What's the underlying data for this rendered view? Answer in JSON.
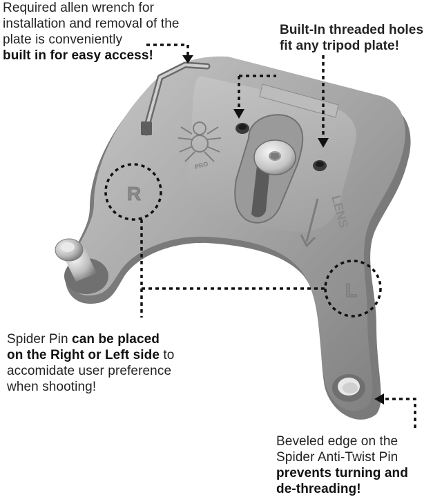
{
  "callouts": {
    "wrench": {
      "line1": "Required allen wrench for",
      "line2": "installation and removal of the",
      "line3": "plate is conveniently",
      "line4_bold": "built in for easy access!"
    },
    "holes": {
      "line1": "Built-In threaded holes",
      "line2": "fit any tripod plate!"
    },
    "pin": {
      "line1_plain": "Spider Pin ",
      "line1_bold": "can be placed",
      "line2_bold": "on the Right or Left side",
      "line2_plain": " to",
      "line3": "accomidate user preference",
      "line4": "when shooting!"
    },
    "bevel": {
      "line1": "Beveled edge on the",
      "line2": "Spider Anti-Twist Pin",
      "line3_bold": "prevents turning and",
      "line4_bold": "de-threading!"
    }
  },
  "plate_markings": {
    "right": "R",
    "left": "L",
    "lens": "LENS",
    "logo": "PRO"
  },
  "colors": {
    "metal_light": "#b9b9b9",
    "metal_mid": "#9d9d9d",
    "metal_dark": "#6e6e6e",
    "pointer": "#111111",
    "text": "#222222"
  }
}
